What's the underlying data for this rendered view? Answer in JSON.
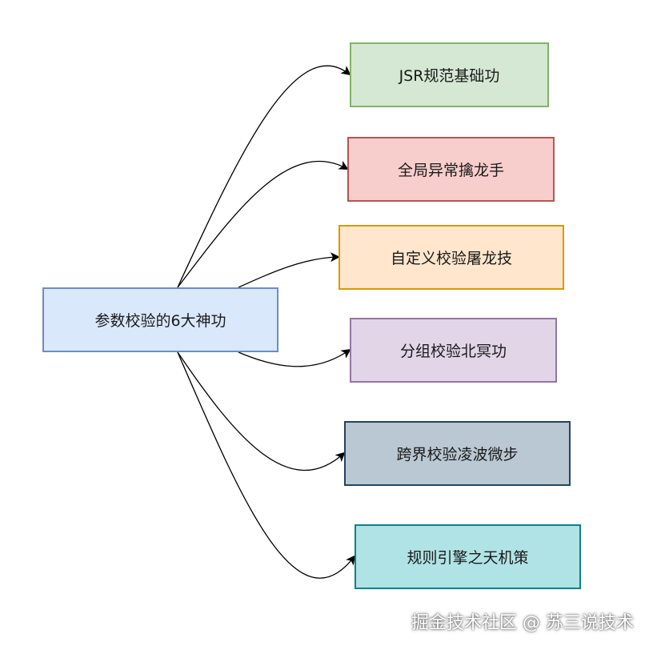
{
  "diagram": {
    "root": {
      "label": "参数校验的6大神功",
      "fill": "#dae8fc",
      "stroke": "#6c8ebf"
    },
    "children": [
      {
        "label": "JSR规范基础功",
        "fill": "#d5e8d4",
        "stroke": "#82b366"
      },
      {
        "label": "全局异常擒龙手",
        "fill": "#f8cecc",
        "stroke": "#b85450"
      },
      {
        "label": "自定义校验屠龙技",
        "fill": "#ffe6cc",
        "stroke": "#d79b00"
      },
      {
        "label": "分组校验北冥功",
        "fill": "#e1d5e7",
        "stroke": "#9673a6"
      },
      {
        "label": "跨界校验凌波微步",
        "fill": "#bac8d3",
        "stroke": "#23445d"
      },
      {
        "label": "规则引擎之天机策",
        "fill": "#b0e3e6",
        "stroke": "#0e8088"
      }
    ],
    "edge_color": "#000000"
  },
  "watermark": "掘金技术社区 @ 苏三说技术"
}
